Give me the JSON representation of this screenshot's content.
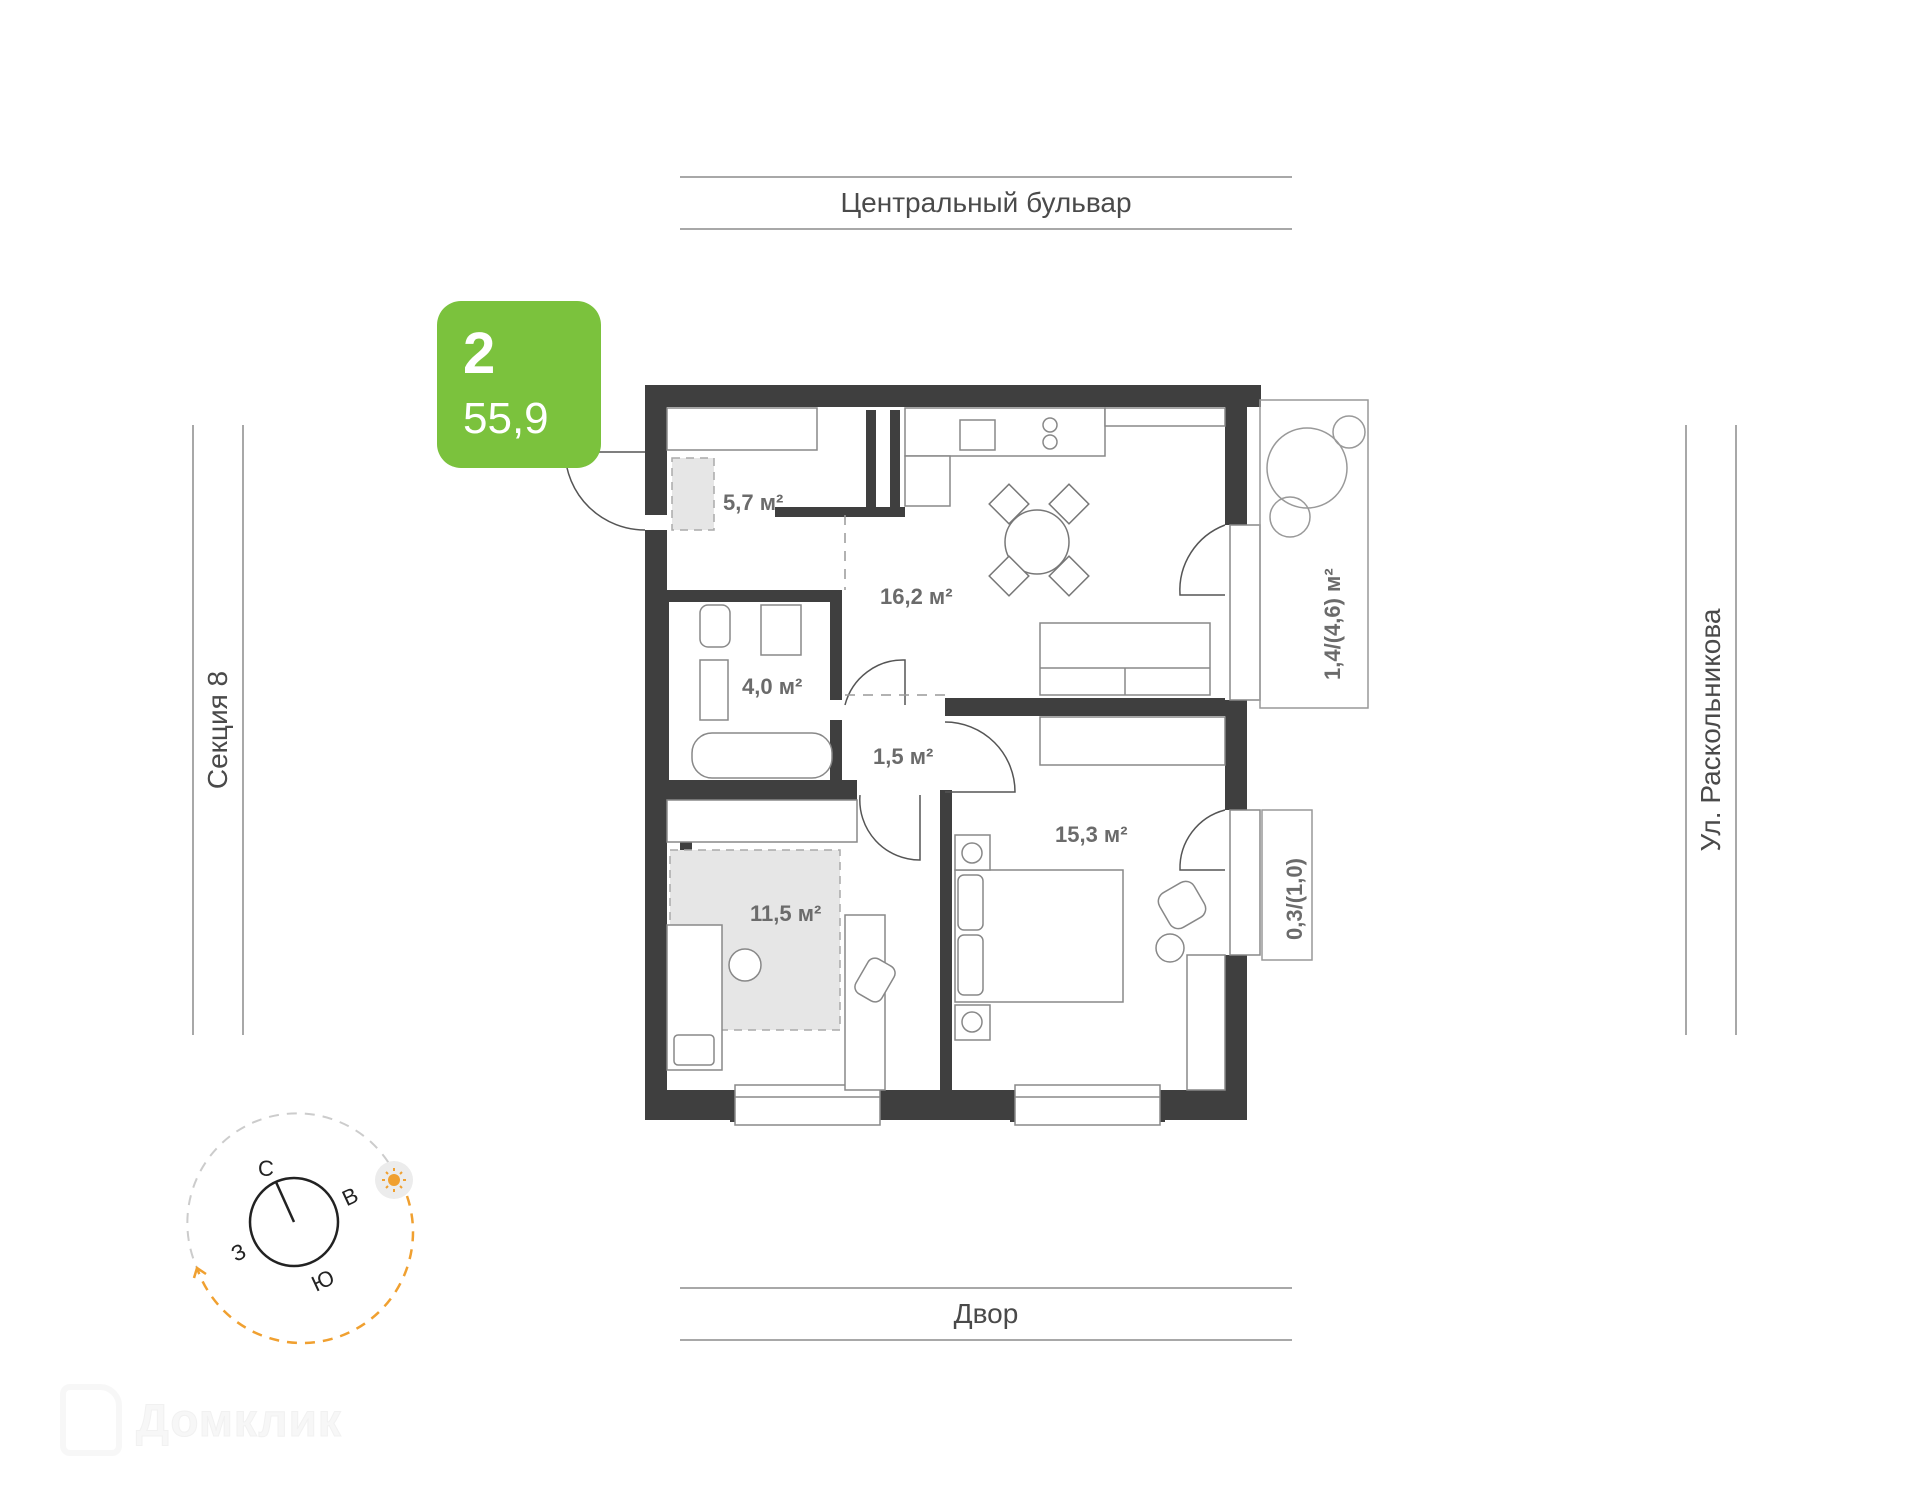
{
  "streets": {
    "top": "Центральный бульвар",
    "bottom": "Двор",
    "left": "Секция 8",
    "right": "Ул. Раскольникова"
  },
  "badge": {
    "rooms": "2",
    "area": "55,9",
    "color": "#7bc23d"
  },
  "rooms": [
    {
      "id": "hallway",
      "label": "5,7 м²"
    },
    {
      "id": "kitchen-living",
      "label": "16,2 м²"
    },
    {
      "id": "bathroom",
      "label": "4,0 м²"
    },
    {
      "id": "corridor",
      "label": "1,5 м²"
    },
    {
      "id": "bedroom-small",
      "label": "11,5 м²"
    },
    {
      "id": "bedroom-large",
      "label": "15,3 м²"
    },
    {
      "id": "balcony-large",
      "label": "1,4/(4,6) м²"
    },
    {
      "id": "balcony-small",
      "label": "0,3/(1,0)"
    }
  ],
  "compass": {
    "north": "С",
    "east": "В",
    "south": "Ю",
    "west": "З",
    "sun_color": "#f0a030",
    "arc_color": "#f0a030"
  },
  "colors": {
    "wall": "#3f3f3f",
    "line": "#a8a8a8",
    "rug": "#e6e6e6"
  },
  "logo": {
    "text": "Домклик"
  }
}
